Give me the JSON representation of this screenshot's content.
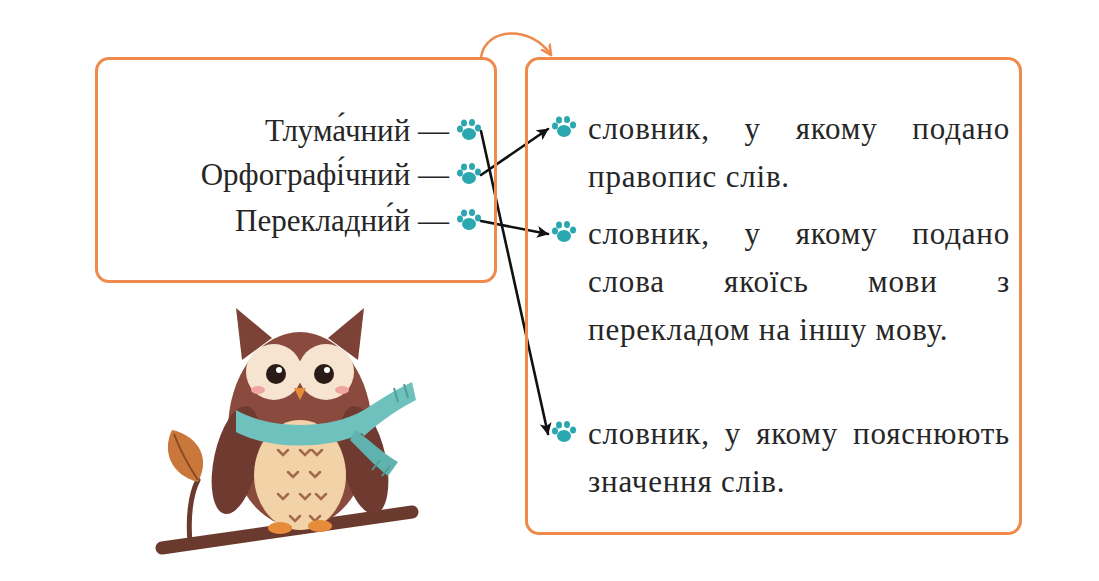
{
  "diagram": {
    "nodes": [
      {
        "text": []
      },
      {
        "text": [
          "Тлума́чний —"
        ],
        "in": 0
      },
      {
        "text": [
          "Орфографі́чний —"
        ],
        "in": 0
      },
      {
        "text": [
          "Перекладни́й —"
        ],
        "in": 0
      },
      {
        "text": []
      },
      {
        "text": [
          "словник, у якому подано правопис слів."
        ],
        "in": 4
      },
      {
        "text": [
          "словник, у якому подано слова якоїсь мови з перекладом на іншу мову."
        ],
        "in": 4
      },
      {
        "text": [
          "словник, у якому пояснюють значення слів."
        ],
        "in": 4
      }
    ],
    "edges": [
      {
        "from": 0,
        "to": 4,
        "arrow": "to"
      },
      {
        "from": 1,
        "to": 7,
        "arrow": "to"
      },
      {
        "from": 2,
        "to": 5,
        "arrow": "to"
      },
      {
        "from": 3,
        "to": 6,
        "arrow": "to"
      }
    ]
  }
}
